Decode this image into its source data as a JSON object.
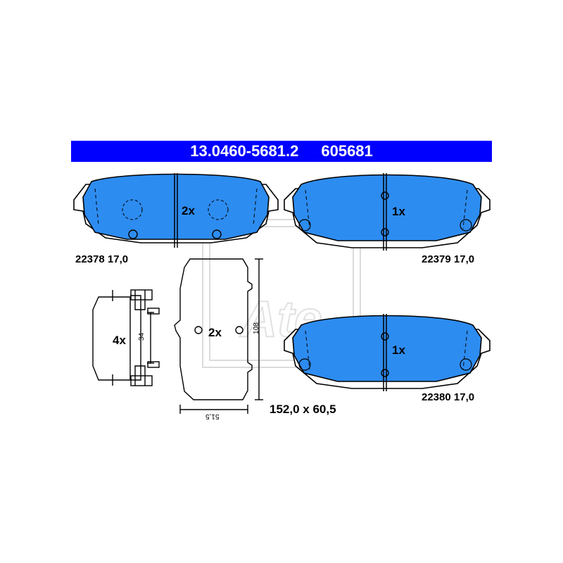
{
  "header": {
    "article_number": "13.0460-5681.2",
    "reference_number": "605681"
  },
  "pads": [
    {
      "part_no": "22378",
      "thickness": "17,0",
      "quantity": "2x"
    },
    {
      "part_no": "22379",
      "thickness": "17,0",
      "quantity": "1x"
    },
    {
      "part_no": "22380",
      "thickness": "17,0",
      "quantity": "1x"
    }
  ],
  "accessories": {
    "clip_quantity": "4x",
    "clip_dimension": "34",
    "shim_quantity": "2x",
    "shim_height": "108",
    "shim_width": "51,5"
  },
  "dimensions": "152,0 x 60,5",
  "watermark": "Ate",
  "colors": {
    "header_background": "#0000ff",
    "header_text": "#ffffff",
    "pad_fill": "#2d8cf0",
    "backing_plate": "#ffffff",
    "line": "#000000"
  }
}
